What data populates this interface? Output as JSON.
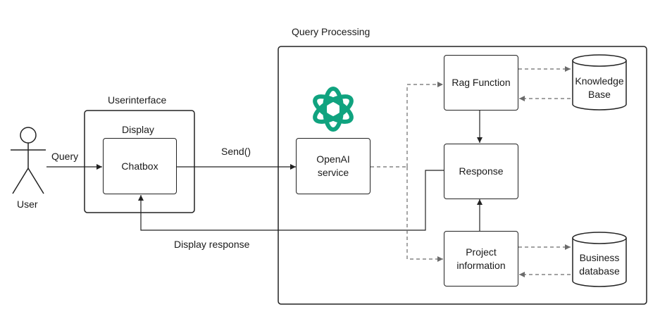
{
  "actor": {
    "label": "User"
  },
  "edges": {
    "query": "Query",
    "send": "Send()",
    "display_response": "Display response"
  },
  "userinterface": {
    "title": "Userinterface",
    "display_label": "Display",
    "chatbox": "Chatbox"
  },
  "query_processing": {
    "title": "Query Processing",
    "openai_service": "OpenAI\nservice",
    "openai_logo_icon": "openai-logo-icon",
    "rag_function": "Rag Function",
    "response": "Response",
    "project_information": "Project\ninformation",
    "knowledge_base": "Knowledge\nBase",
    "business_database": "Business\ndatabase"
  },
  "colors": {
    "line": "#222222",
    "dashed_line": "#6b6b6b",
    "openai_green": "#10a37f"
  }
}
